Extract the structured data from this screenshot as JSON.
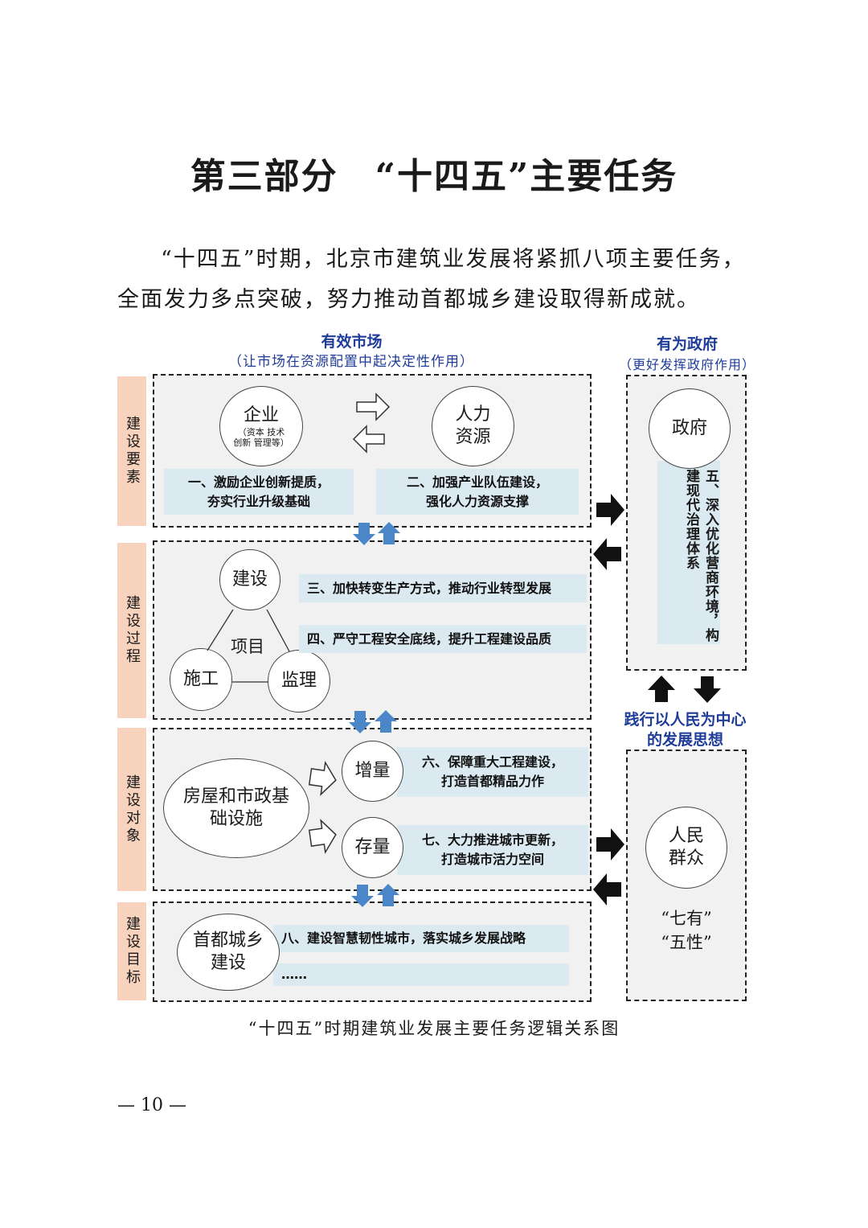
{
  "title": "第三部分　“十四五”主要任务",
  "paragraph": {
    "line1": "“十四五”时期，北京市建筑业发展将紧抓八项主要任务，",
    "line2": "全面发力多点突破，努力推动首都城乡建设取得新成就。"
  },
  "diagram": {
    "market": {
      "heading": "有效市场",
      "sub": "（让市场在资源配置中起决定性作用）"
    },
    "government": {
      "heading": "有为政府",
      "sub": "（更好发挥政府作用）"
    },
    "side_labels": [
      "建设要素",
      "建设过程",
      "建设对象",
      "建设目标"
    ],
    "elements": {
      "enterprise": "企业",
      "enterprise_sub1": "（资本 技术",
      "enterprise_sub2": "创新 管理等）",
      "human_resources_1": "人力",
      "human_resources_2": "资源",
      "task1_line1": "一、激励企业创新提质，",
      "task1_line2": "夯实行业升级基础",
      "task2_line1": "二、加强产业队伍建设，",
      "task2_line2": "强化人力资源支撑"
    },
    "process": {
      "construction": "建设",
      "project": "项目",
      "building_work": "施工",
      "supervision": "监理",
      "task3": "三、加快转变生产方式，推动行业转型发展",
      "task4": "四、严守工程安全底线，提升工程建设品质"
    },
    "objects": {
      "housing_1": "房屋和市政基",
      "housing_2": "础设施",
      "increment": "增量",
      "stock": "存量",
      "task6_line1": "六、保障重大工程建设，",
      "task6_line2": "打造首都精品力作",
      "task7_line1": "七、大力推进城市更新，",
      "task7_line2": "打造城市活力空间"
    },
    "goals": {
      "capital_1": "首都城乡",
      "capital_2": "建设",
      "task8": "八、建设智慧韧性城市，落实城乡发展战略",
      "more": "……"
    },
    "gov_box": {
      "gov": "政府",
      "task5": "五、深入优化营商环境，构建现代治理体系"
    },
    "people_centered_1": "践行以人民为中心",
    "people_centered_2": "的发展思想",
    "people_box": {
      "people_1": "人民",
      "people_2": "群众",
      "qiyou": "“七有”",
      "wuxing": "“五性”"
    }
  },
  "caption": "“十四五”时期建筑业发展主要任务逻辑关系图",
  "page_number": "— 10 —",
  "colors": {
    "label_fill": "#f7d3bd",
    "task_fill": "#dbe9f1",
    "region_fill": "#f1f1f1",
    "blue_text": "#1f3c99",
    "blue_arrow": "#4a86c8"
  }
}
